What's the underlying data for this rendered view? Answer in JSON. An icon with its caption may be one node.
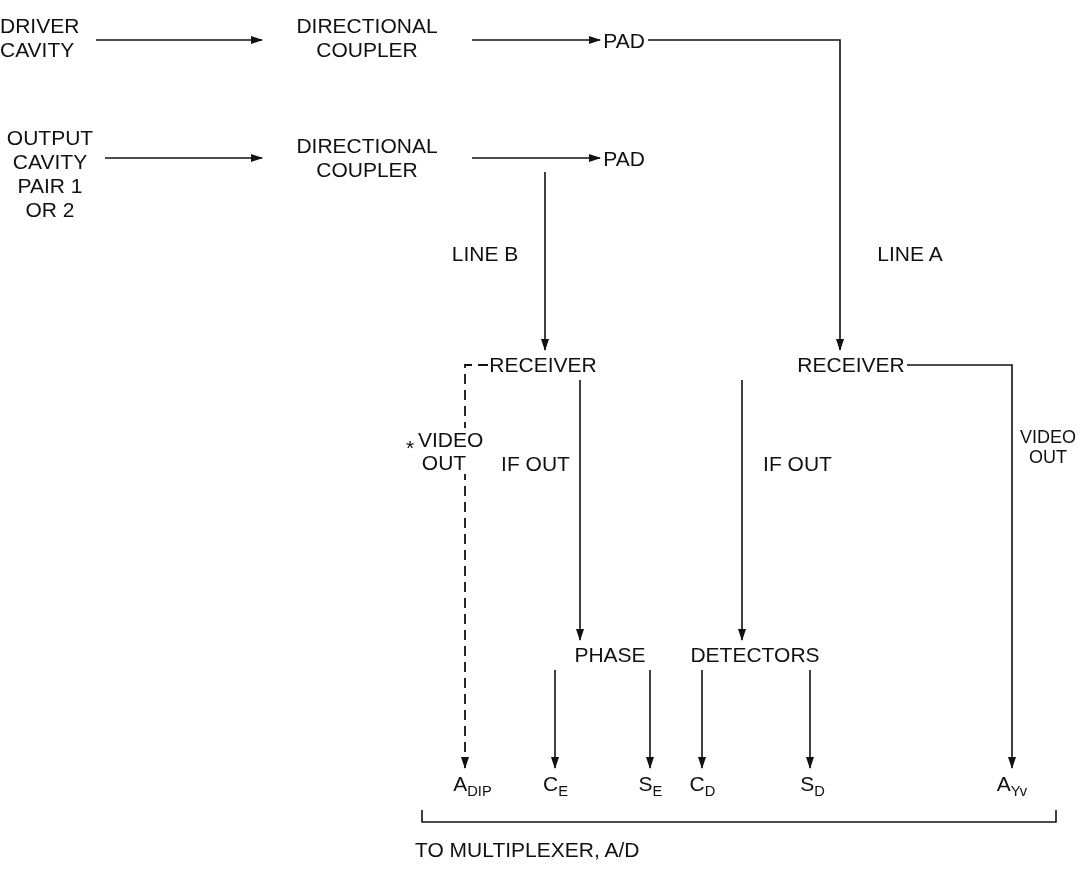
{
  "diagram": {
    "nodes": [
      {
        "text": [
          "DRIVER CAVITY"
        ]
      },
      {
        "text": [
          "DIRECTIONAL COUPLER"
        ]
      },
      {
        "text": [
          "PAD"
        ]
      },
      {
        "text": [
          "OUTPUT CAVITY PAIR 1 OR 2"
        ]
      },
      {
        "text": [
          "DIRECTIONAL COUPLER"
        ]
      },
      {
        "text": [
          "PAD"
        ]
      },
      {
        "text": [
          "RECEIVER"
        ]
      },
      {
        "text": [
          "RECEIVER"
        ]
      },
      {
        "text": [
          "PHASE"
        ]
      },
      {
        "text": [
          "DETECTORS"
        ]
      },
      {
        "text": [
          "A$_{DIP}$"
        ]
      },
      {
        "text": [
          "C$_{E}$"
        ]
      },
      {
        "text": [
          "S$_{E}$"
        ]
      },
      {
        "text": [
          "C$_{D}$"
        ]
      },
      {
        "text": [
          "S$_{D}$"
        ]
      },
      {
        "text": [
          "A$_{Yv}$"
        ]
      }
    ],
    "edges": [
      {
        "from": 0,
        "to": 1,
        "arrow": "to"
      },
      {
        "from": 1,
        "to": 2,
        "arrow": "to"
      },
      {
        "from": 2,
        "to": 7,
        "arrow": "to",
        "label": "LINE A"
      },
      {
        "from": 3,
        "to": 4,
        "arrow": "to"
      },
      {
        "from": 4,
        "to": 5,
        "arrow": "to"
      },
      {
        "from": 5,
        "to": 6,
        "arrow": "to",
        "label": "LINE B"
      },
      {
        "from": 6,
        "to": 10,
        "arrow": "to",
        "style": "dashed",
        "label": "VIDEO OUT"
      },
      {
        "from": 6,
        "to": 8,
        "arrow": "to",
        "label": "IF OUT"
      },
      {
        "from": 7,
        "to": 9,
        "arrow": "to",
        "label": "IF OUT"
      },
      {
        "from": 7,
        "to": 15,
        "arrow": "to",
        "label": "VIDEO OUT"
      },
      {
        "from": 8,
        "to": 11,
        "arrow": "to"
      },
      {
        "from": 8,
        "to": 12,
        "arrow": "to"
      },
      {
        "from": 9,
        "to": 13,
        "arrow": "to"
      },
      {
        "from": 9,
        "to": 14,
        "arrow": "to"
      }
    ],
    "labels": [
      "*",
      "TO MULTIPLEXER, A/D"
    ]
  }
}
